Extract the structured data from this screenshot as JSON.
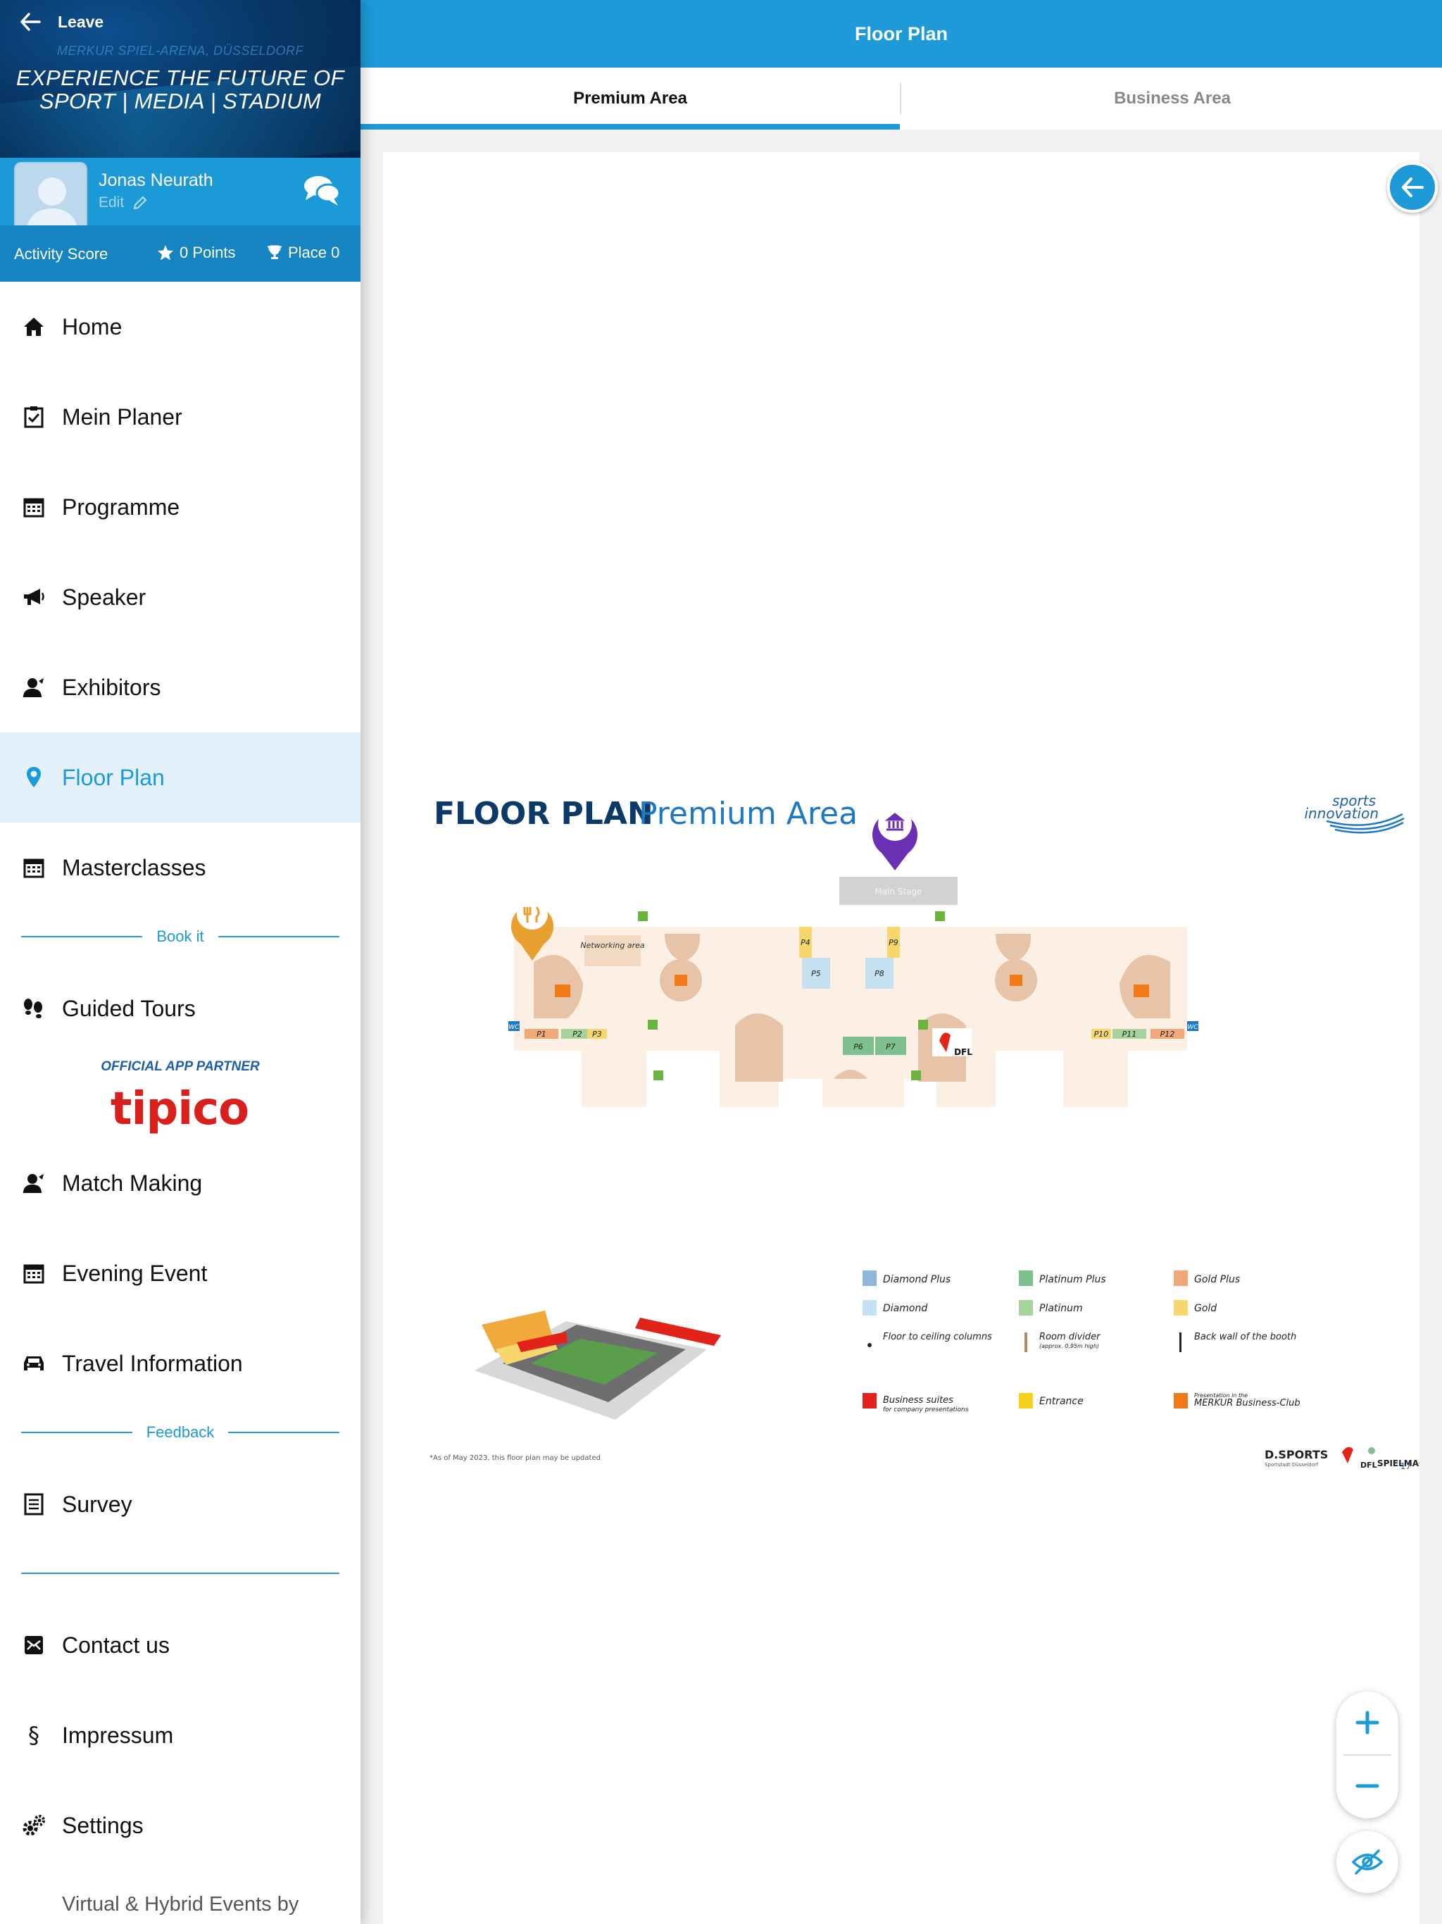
{
  "sidebar": {
    "leave_label": "Leave",
    "banner": {
      "venue": "MERKUR SPIEL-ARENA, DÜSSELDORF",
      "line1": "EXPERIENCE THE FUTURE OF",
      "line2": "SPORT | MEDIA | STADIUM"
    },
    "user": {
      "name": "Jonas Neurath",
      "edit_label": "Edit"
    },
    "score": {
      "label": "Activity Score",
      "points": "0 Points",
      "place": "Place 0"
    },
    "items": [
      {
        "label": "Home",
        "icon": "home-icon"
      },
      {
        "label": "Mein Planer",
        "icon": "clipboard-check-icon"
      },
      {
        "label": "Programme",
        "icon": "calendar-icon"
      },
      {
        "label": "Speaker",
        "icon": "megaphone-icon"
      },
      {
        "label": "Exhibitors",
        "icon": "person-icon"
      },
      {
        "label": "Floor Plan",
        "icon": "map-pin-icon",
        "active": true
      },
      {
        "label": "Masterclasses",
        "icon": "calendar-icon"
      },
      {
        "label": "Guided Tours",
        "icon": "footprints-icon"
      },
      {
        "label": "Match Making",
        "icon": "people-icon"
      },
      {
        "label": "Evening Event",
        "icon": "calendar-icon"
      },
      {
        "label": "Travel Information",
        "icon": "car-icon"
      },
      {
        "label": "Survey",
        "icon": "list-icon"
      },
      {
        "label": "Contact us",
        "icon": "envelope-icon"
      },
      {
        "label": "Impressum",
        "icon": "section-sign-icon"
      },
      {
        "label": "Settings",
        "icon": "gears-icon"
      }
    ],
    "dividers": {
      "book_it": "Book it",
      "feedback": "Feedback"
    },
    "partner": {
      "label": "OFFICIAL APP PARTNER",
      "logo_text": "tipico"
    },
    "footer": "Virtual & Hybrid Events by"
  },
  "header": {
    "title": "Floor Plan"
  },
  "tabs": [
    {
      "label": "Premium Area",
      "active": true
    },
    {
      "label": "Business Area",
      "active": false
    }
  ],
  "floorplan": {
    "title_bold": "FLOOR PLAN",
    "title_light": "Premium Area",
    "brand": {
      "line1": "sports",
      "line2": "innovation"
    },
    "main_stage": "Main Stage",
    "networking": "Networking area",
    "booths": [
      "P1",
      "P2",
      "P3",
      "P4",
      "P5",
      "P6",
      "P7",
      "P8",
      "P9",
      "P10",
      "P11",
      "P12"
    ],
    "wc": "WC",
    "dfl": "DFL",
    "legend": [
      {
        "label": "Diamond Plus",
        "color": "#8fb7dd"
      },
      {
        "label": "Diamond",
        "color": "#c5e1f2"
      },
      {
        "label": "Floor to ceiling columns",
        "color": "#222222"
      },
      {
        "label": "Business suites",
        "sub": "for company presentations",
        "color": "#e2231a"
      },
      {
        "label": "Platinum Plus",
        "color": "#7fc08f"
      },
      {
        "label": "Platinum",
        "color": "#a6d39c"
      },
      {
        "label": "Room divider",
        "sub": "(approx. 0,95m high)",
        "color": "#b08a66"
      },
      {
        "label": "Entrance",
        "color": "#f6d21c"
      },
      {
        "label": "Gold Plus",
        "color": "#f0a878"
      },
      {
        "label": "Gold",
        "color": "#f7d66d"
      },
      {
        "label": "Back wall of the booth",
        "color": "#222222"
      },
      {
        "label": "MERKUR Business-Club",
        "sub": "Presentation in the",
        "color": "#f07a18"
      }
    ],
    "footnote": "*As of May 2023, this floor plan may be updated",
    "sponsors": {
      "dsports": "D.SPORTS",
      "dsports_sub": "Sportstadt Düsseldorf",
      "dfl": "DFL",
      "spielmacher": "SPIELMACHER"
    },
    "page_number": "17"
  },
  "colors": {
    "primary": "#1e9ad8",
    "sidebar_active_bg": "#e4f1fa",
    "navy": "#0b3a68"
  }
}
